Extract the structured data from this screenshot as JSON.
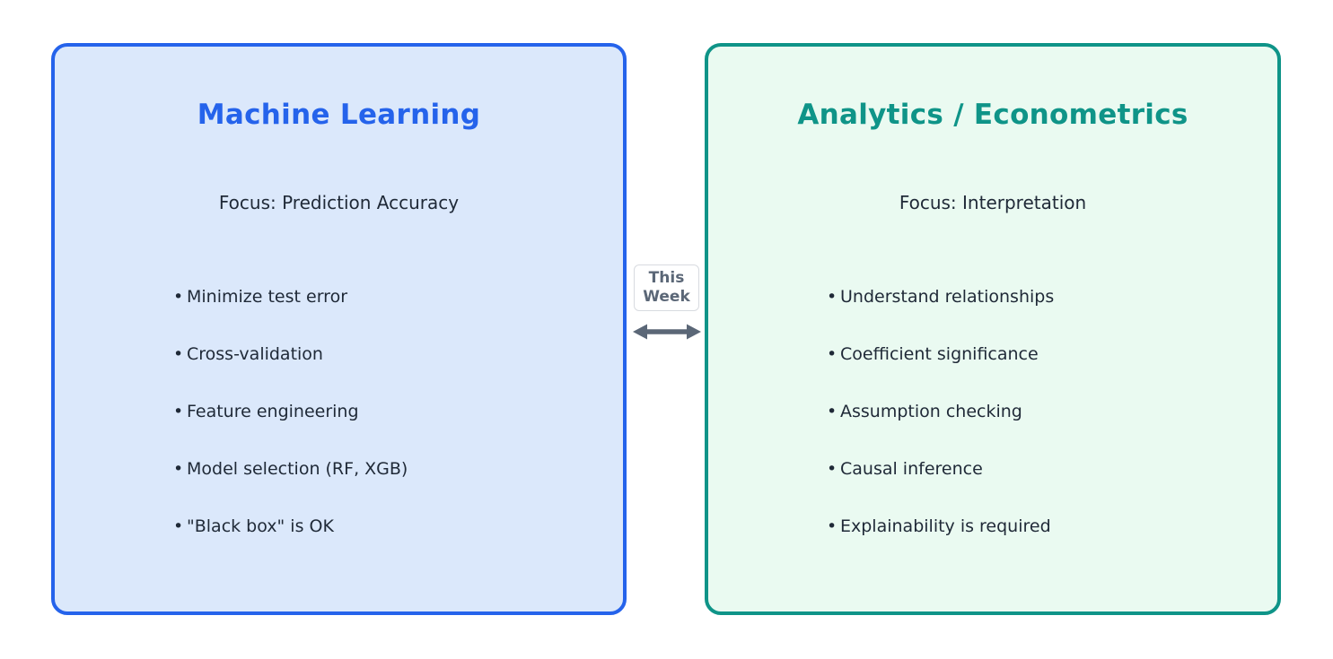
{
  "page": {
    "background": "#ffffff",
    "text_color": "#1f2937"
  },
  "bullet_char": "•",
  "cards": [
    {
      "id": "machine-learning",
      "title": "Machine Learning",
      "focus": "Focus: Prediction Accuracy",
      "items": [
        "Minimize test error",
        "Cross-validation",
        "Feature engineering",
        "Model selection (RF, XGB)",
        "\"Black box\" is OK"
      ],
      "colors": {
        "background": "#dbe8fb",
        "border": "#2563eb",
        "title": "#2563eb"
      }
    },
    {
      "id": "analytics-econometrics",
      "title": "Analytics / Econometrics",
      "focus": "Focus: Interpretation",
      "items": [
        "Understand relationships",
        "Coefficient significance",
        "Assumption checking",
        "Causal inference",
        "Explainability is required"
      ],
      "colors": {
        "background": "#eafaf1",
        "border": "#0f9488",
        "title": "#0f9488"
      }
    }
  ],
  "connector": {
    "label": "This Week",
    "label_color": "#5b6777",
    "arrow_color": "#5b6777"
  }
}
